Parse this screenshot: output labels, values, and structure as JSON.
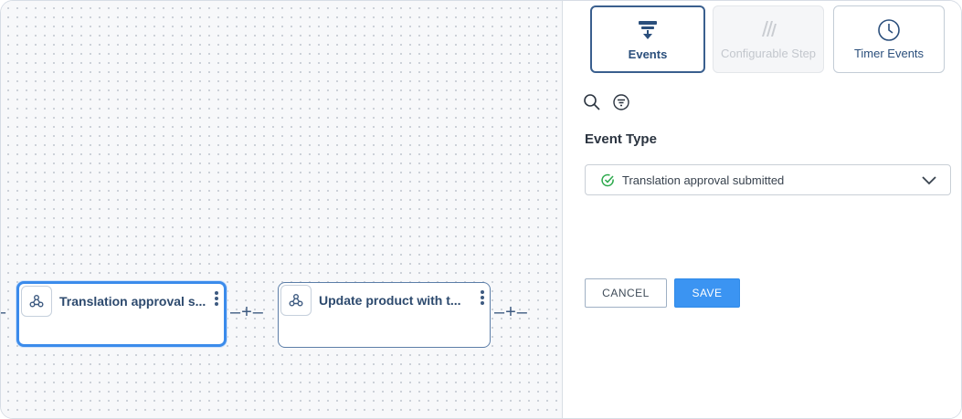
{
  "canvas": {
    "nodes": [
      {
        "title": "Translation approval s...",
        "icon": "webhook-icon"
      },
      {
        "title": "Update product with t...",
        "icon": "webhook-icon"
      }
    ],
    "connector_glyph": "–+–"
  },
  "panel": {
    "tabs": [
      {
        "label": "Events",
        "icon": "events-icon",
        "state": "active"
      },
      {
        "label": "Configurable Step",
        "icon": "configurable-step-icon",
        "state": "disabled"
      },
      {
        "label": "Timer Events",
        "icon": "clock-icon",
        "state": "normal"
      }
    ],
    "tools": {
      "search_icon": "search-icon",
      "filter_icon": "filter-icon"
    },
    "event_type": {
      "label": "Event Type",
      "selected": "Translation approval submitted",
      "status_icon": "check-circle-icon"
    },
    "actions": {
      "cancel_label": "CANCEL",
      "save_label": "SAVE"
    }
  },
  "colors": {
    "accent": "#3b94f2",
    "selected_node_border": "#3b8beb",
    "node_text": "#2d4a6e",
    "check": "#2aa84a"
  }
}
